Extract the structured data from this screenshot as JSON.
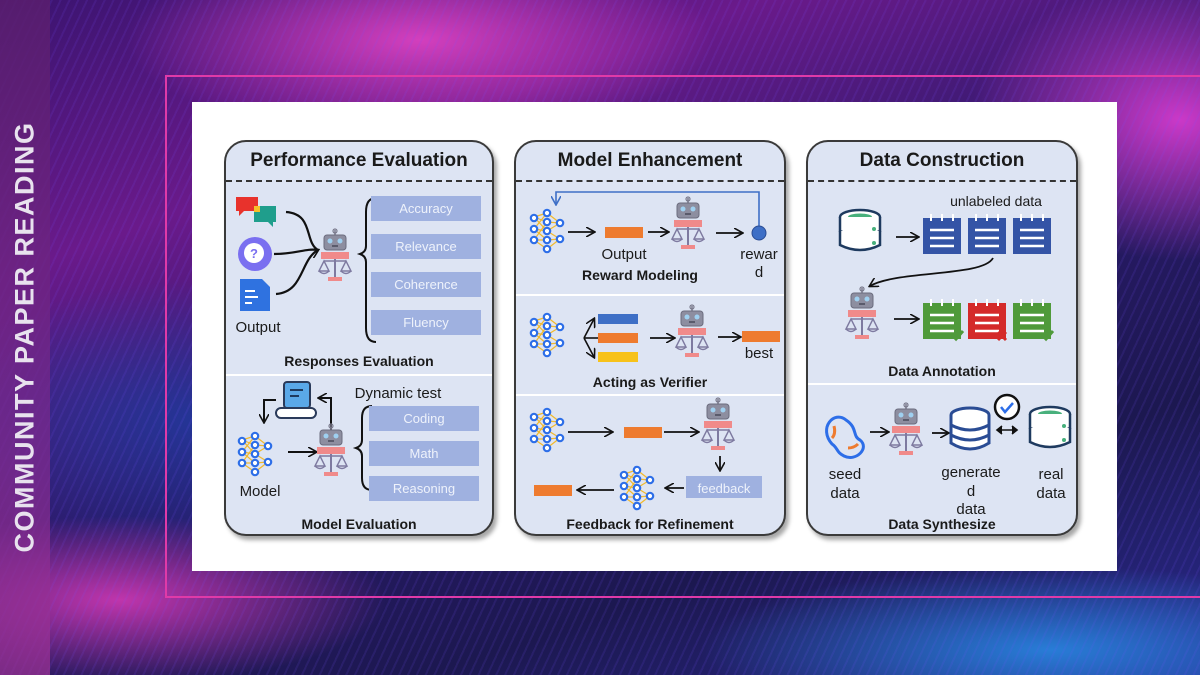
{
  "side_banner": "COMMUNITY PAPER READING",
  "colors": {
    "panel_bg": "#dde4f3",
    "metric_box": "#9fb1e0",
    "orange": "#ee7b2f",
    "blue": "#3e6fc6",
    "yellow": "#f7c21a",
    "green": "#4f9a3a",
    "red": "#d42a2a",
    "frame_pink": "#e03aa8"
  },
  "panels": {
    "performance": {
      "title": "Performance Evaluation",
      "responses": {
        "input_label": "Output",
        "metrics": [
          "Accuracy",
          "Relevance",
          "Coherence",
          "Fluency"
        ],
        "subtitle": "Responses Evaluation"
      },
      "model_eval": {
        "dynamic_label": "Dynamic test",
        "model_label": "Model",
        "metrics": [
          "Coding",
          "Math",
          "Reasoning"
        ],
        "subtitle": "Model Evaluation"
      }
    },
    "enhancement": {
      "title": "Model Enhancement",
      "reward": {
        "output_label": "Output",
        "reward_label_1": "rewar",
        "reward_label_2": "d",
        "subtitle": "Reward Modeling"
      },
      "verifier": {
        "best_label": "best",
        "subtitle": "Acting as Verifier"
      },
      "feedback": {
        "feedback_label": "feedback",
        "subtitle": "Feedback for Refinement"
      }
    },
    "construction": {
      "title": "Data Construction",
      "annotation": {
        "unlabeled_label": "unlabeled data",
        "subtitle": "Data Annotation"
      },
      "synthesize": {
        "seed_label_1": "seed",
        "seed_label_2": "data",
        "generated_label_1": "generate",
        "generated_label_2": "d",
        "generated_label_3": "data",
        "real_label_1": "real",
        "real_label_2": "data",
        "subtitle": "Data Synthesize"
      }
    }
  }
}
